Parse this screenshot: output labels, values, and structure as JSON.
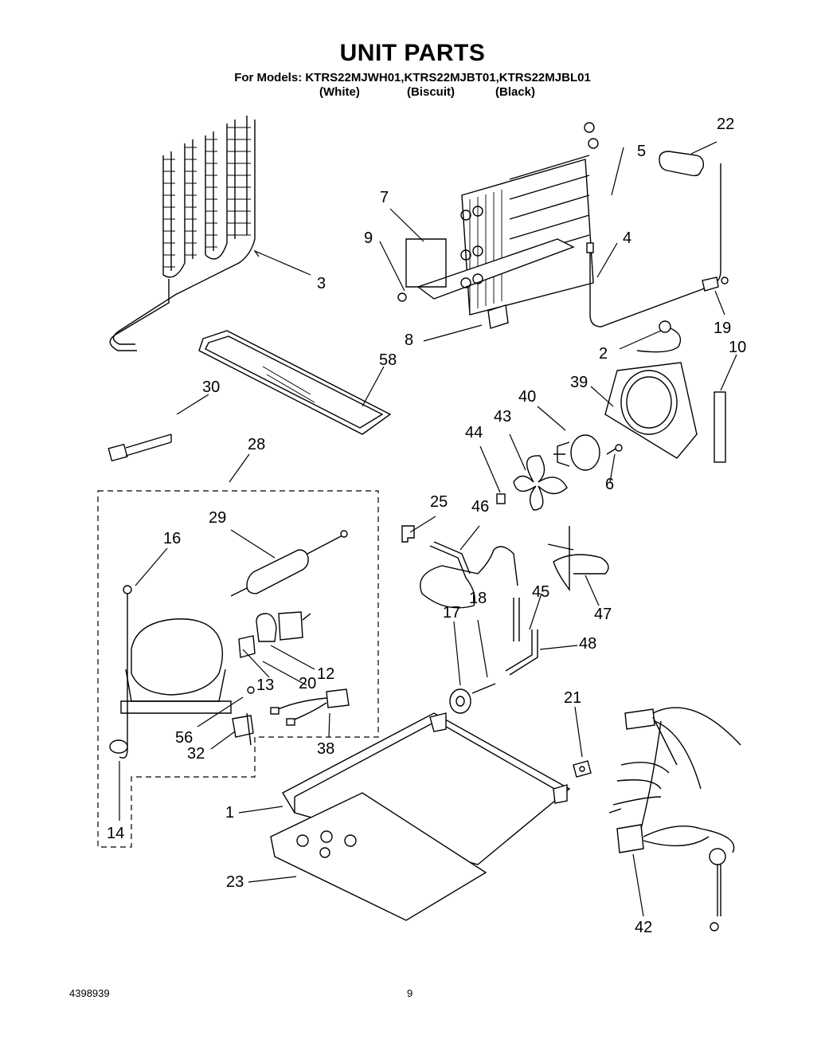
{
  "header": {
    "title": "UNIT PARTS",
    "models_line": "For Models: KTRS22MJWH01,KTRS22MJBT01,KTRS22MJBL01",
    "color_white": "(White)",
    "color_biscuit": "(Biscuit)",
    "color_black": "(Black)"
  },
  "footer": {
    "doc_number": "4398939",
    "page_number": "9"
  },
  "callouts": {
    "c1": "1",
    "c2": "2",
    "c3": "3",
    "c4": "4",
    "c5": "5",
    "c6": "6",
    "c7": "7",
    "c8": "8",
    "c9": "9",
    "c10": "10",
    "c12": "12",
    "c13": "13",
    "c14": "14",
    "c16": "16",
    "c17": "17",
    "c18": "18",
    "c19": "19",
    "c20": "20",
    "c21": "21",
    "c22": "22",
    "c23": "23",
    "c25": "25",
    "c28": "28",
    "c29": "29",
    "c30": "30",
    "c32": "32",
    "c38": "38",
    "c39": "39",
    "c40": "40",
    "c42": "42",
    "c43": "43",
    "c44": "44",
    "c45": "45",
    "c46": "46",
    "c47": "47",
    "c48": "48",
    "c56": "56",
    "c58": "58"
  }
}
